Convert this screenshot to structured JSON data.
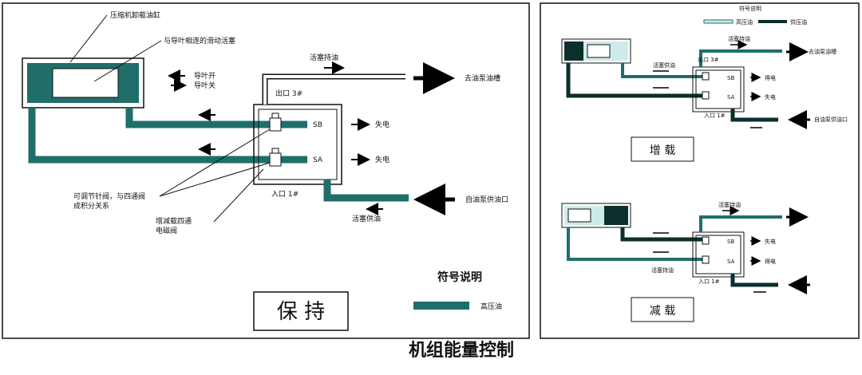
{
  "main_title": "机组能量控制",
  "hold": {
    "title": "保  持",
    "compressor": "压缩机卸载油缸",
    "piston": "与导叶相连的滑动活塞",
    "vane_open": "导叶开",
    "vane_close": "导叶关",
    "piston_hold": "活塞持油",
    "outlet": "出口 3#",
    "to_tank": "去油泵油槽",
    "sb": "SB",
    "sa": "SA",
    "deenergize_sb": "失电",
    "deenergize_sa": "失电",
    "inlet": "入口 1#",
    "from_pump": "自油泵供油口",
    "piston_supply": "活塞供油",
    "note_valve": "可调节针阀，与四通阀",
    "note_valve2": "成积分关系",
    "note_solenoid": "增减载四通",
    "note_solenoid2": "电磁阀",
    "legend_title": "符号说明",
    "legend_item": "高压油"
  },
  "increase": {
    "title": "增  载",
    "legend_title": "符号说明",
    "legend_high": "高压油",
    "legend_supply": "供压油",
    "piston_hold": "活塞持油",
    "outlet": "出口 3#",
    "to_tank": "去油泵油槽",
    "inlet_label": "活塞供油",
    "sb": "SB",
    "sa": "SA",
    "sb_state": "得电",
    "sa_state": "失电",
    "inlet": "入口 1#",
    "from_pump": "自油泵供油口"
  },
  "decrease": {
    "title": "减  载",
    "piston_hold": "活塞持油",
    "sb": "SB",
    "sa": "SA",
    "sb_state": "失电",
    "sa_state": "得电",
    "inlet_label": "活塞持油",
    "inlet": "入口 1#"
  },
  "colors": {
    "high_oil": "#1f6e6a",
    "supply_oil": "#0b2f2d",
    "light_oil": "#cfeaea"
  }
}
